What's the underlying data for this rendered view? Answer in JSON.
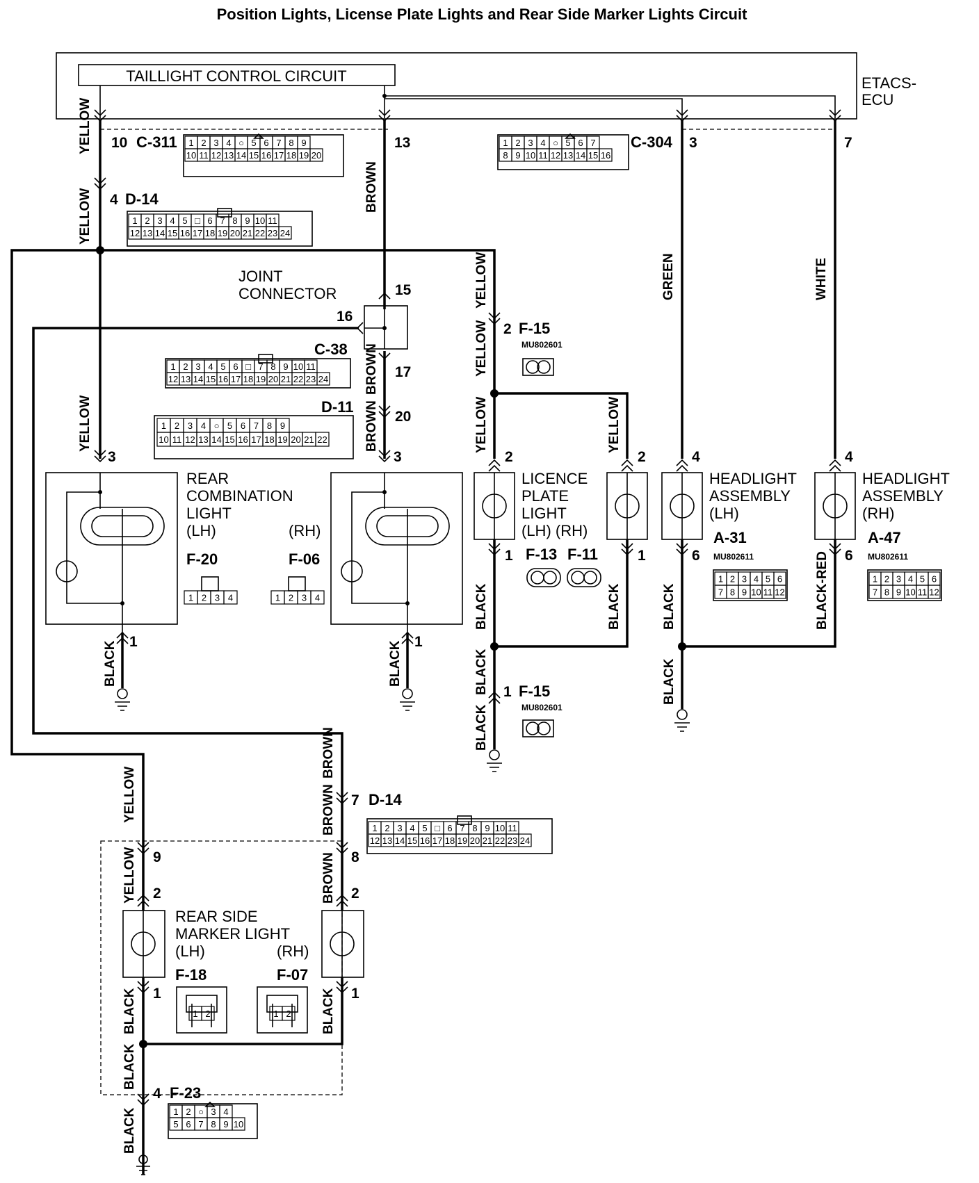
{
  "title": "Position Lights, License Plate Lights and Rear Side Marker Lights Circuit",
  "ecu": {
    "name_line1": "ETACS-",
    "name_line2": "ECU",
    "circuit": "TAILLIGHT CONTROL CIRCUIT"
  },
  "joint_connector": {
    "line1": "JOINT",
    "line2": "CONNECTOR"
  },
  "rear_combination_light": {
    "line1": "REAR",
    "line2": "COMBINATION",
    "line3": "LIGHT",
    "lh": "(LH)",
    "rh": "(RH)",
    "lh_connector": "F-20",
    "rh_connector": "F-06"
  },
  "licence_plate_light": {
    "line1": "LICENCE",
    "line2": "PLATE",
    "line3": "LIGHT",
    "sides": "(LH)  (RH)",
    "lh_connector": "F-13",
    "rh_connector": "F-11"
  },
  "headlight_lh": {
    "line1": "HEADLIGHT",
    "line2": "ASSEMBLY",
    "side": "(LH)",
    "connector": "A-31",
    "part": "MU802611"
  },
  "headlight_rh": {
    "line1": "HEADLIGHT",
    "line2": "ASSEMBLY",
    "side": "(RH)",
    "connector": "A-47",
    "part": "MU802611"
  },
  "rear_side_marker": {
    "line1": "REAR SIDE",
    "line2": "MARKER LIGHT",
    "lh": "(LH)",
    "rh": "(RH)",
    "lh_connector": "F-18",
    "rh_connector": "F-07"
  },
  "connectors": {
    "c311": "C-311",
    "c304": "C-304",
    "d14": "D-14",
    "c38": "C-38",
    "d11": "D-11",
    "f15": "F-15",
    "f15_part": "MU802601",
    "f23": "F-23"
  },
  "wire_colors": {
    "yellow": "YELLOW",
    "brown": "BROWN",
    "green": "GREEN",
    "white": "WHITE",
    "black": "BLACK",
    "black_red": "BLACK-RED"
  },
  "pins": {
    "p10": "10",
    "p13": "13",
    "p3": "3",
    "p7": "7",
    "p4": "4",
    "p15": "15",
    "p16": "16",
    "p17": "17",
    "p20": "20",
    "p2": "2",
    "p1": "1",
    "p6": "6",
    "p9": "9",
    "p8": "8"
  },
  "grids": {
    "c311": [
      [
        "1",
        "2",
        "3",
        "4",
        "○",
        "5",
        "6",
        "7",
        "8",
        "9"
      ],
      [
        "10",
        "11",
        "12",
        "13",
        "14",
        "15",
        "16",
        "17",
        "18",
        "19",
        "20"
      ]
    ],
    "c304": [
      [
        "1",
        "2",
        "3",
        "4",
        "○",
        "5",
        "6",
        "7"
      ],
      [
        "8",
        "9",
        "10",
        "11",
        "12",
        "13",
        "14",
        "15",
        "16"
      ]
    ],
    "d14": [
      [
        "1",
        "2",
        "3",
        "4",
        "5",
        "□",
        "6",
        "7",
        "8",
        "9",
        "10",
        "11"
      ],
      [
        "12",
        "13",
        "14",
        "15",
        "16",
        "17",
        "18",
        "19",
        "20",
        "21",
        "22",
        "23",
        "24"
      ]
    ],
    "c38": [
      [
        "1",
        "2",
        "3",
        "4",
        "5",
        "6",
        "□",
        "7",
        "8",
        "9",
        "10",
        "11"
      ],
      [
        "12",
        "13",
        "14",
        "15",
        "16",
        "17",
        "18",
        "19",
        "20",
        "21",
        "22",
        "23",
        "24"
      ]
    ],
    "d11": [
      [
        "1",
        "2",
        "3",
        "4",
        "○",
        "5",
        "6",
        "7",
        "8",
        "9"
      ],
      [
        "10",
        "11",
        "12",
        "13",
        "14",
        "15",
        "16",
        "17",
        "18",
        "19",
        "20",
        "21",
        "22"
      ]
    ],
    "f4pin": [
      [
        "1",
        "2",
        "3",
        "4"
      ]
    ],
    "f2pin": [
      [
        "1",
        "2"
      ]
    ],
    "a6": [
      [
        "1",
        "2",
        "3",
        "4",
        "5",
        "6"
      ],
      [
        "7",
        "8",
        "9",
        "10",
        "11",
        "12"
      ]
    ],
    "f23": [
      [
        "1",
        "2",
        "○",
        "3",
        "4"
      ],
      [
        "5",
        "6",
        "7",
        "8",
        "9",
        "10"
      ]
    ]
  }
}
